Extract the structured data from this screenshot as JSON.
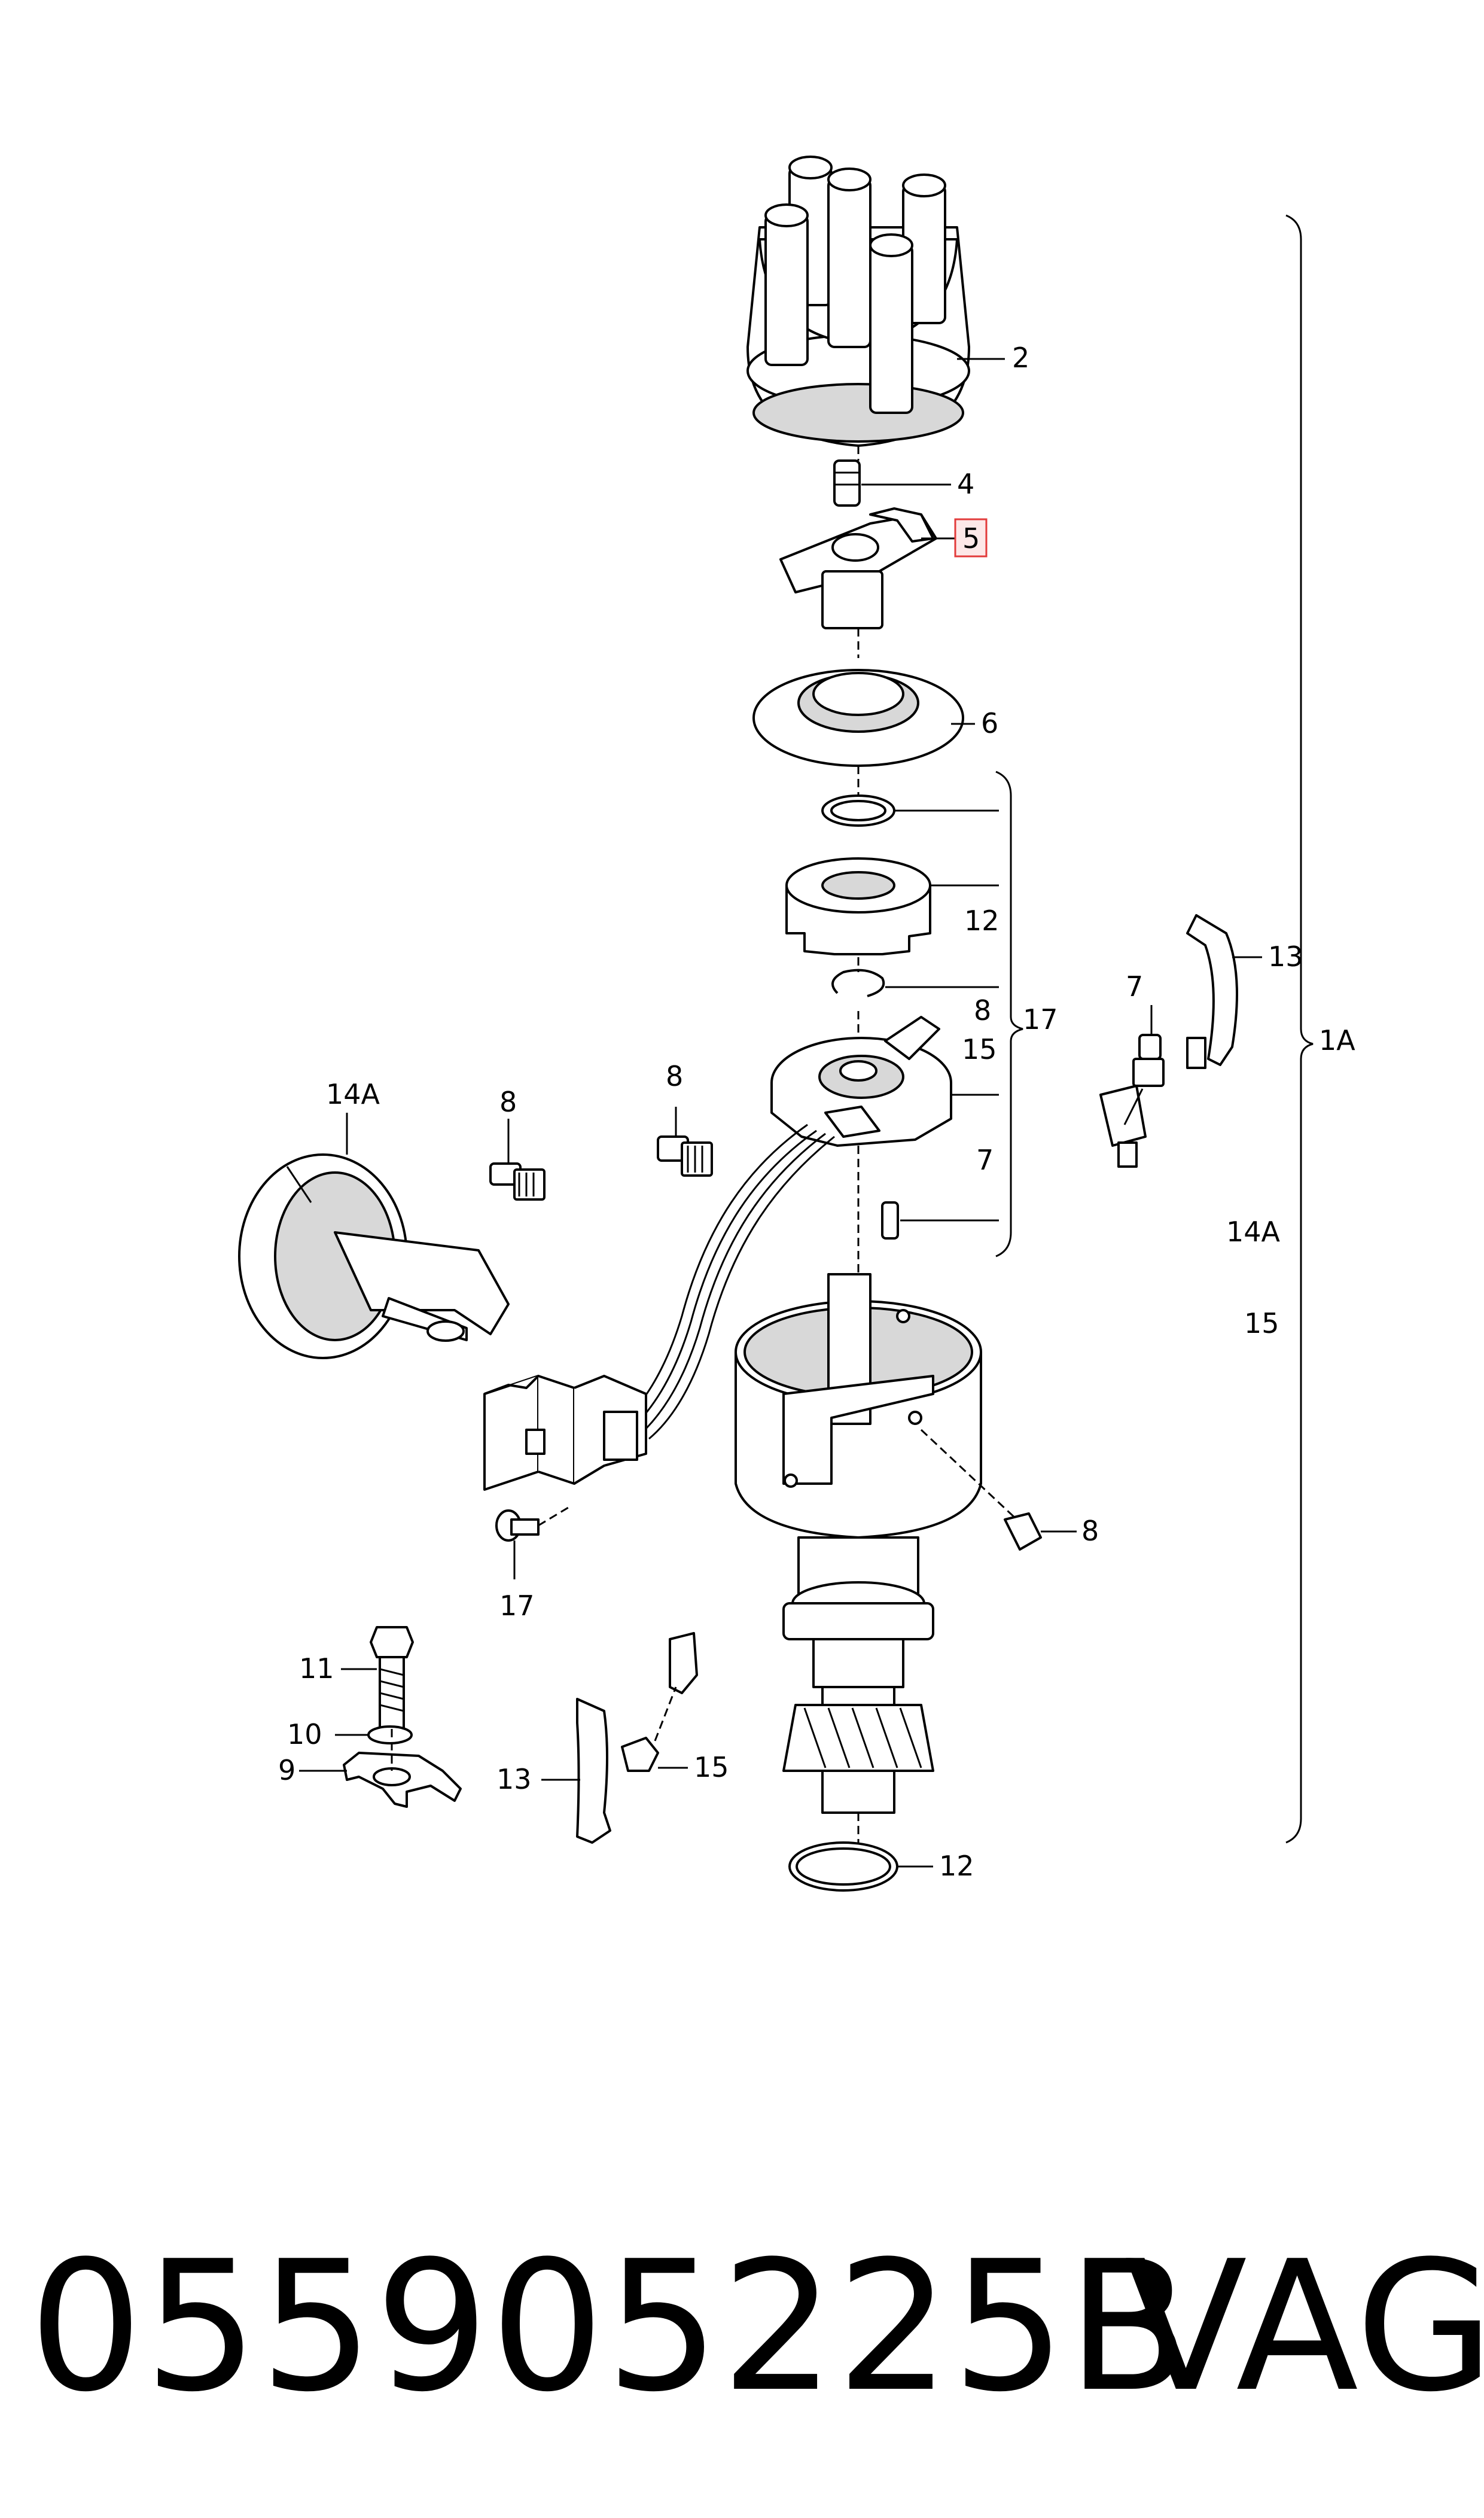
{
  "callouts": {
    "c2": "2",
    "c4": "4",
    "c5": "5",
    "c6": "6",
    "c12a": "12",
    "c8a": "8",
    "c15a": "15",
    "c17a": "17",
    "c7a": "7",
    "c7b": "7",
    "c13a": "13",
    "c1A": "1A",
    "c14Ar": "14A",
    "c15r": "15",
    "c14A": "14A",
    "c8b": "8",
    "c8c": "8",
    "c8d": "8",
    "c17b": "17",
    "c11": "11",
    "c10": "10",
    "c9": "9",
    "c13b": "13",
    "c15b": "15",
    "c12b": "12"
  },
  "highlight_color": "#e23b3b",
  "footer": {
    "part_number": "055905225B",
    "brand": "VAG"
  }
}
